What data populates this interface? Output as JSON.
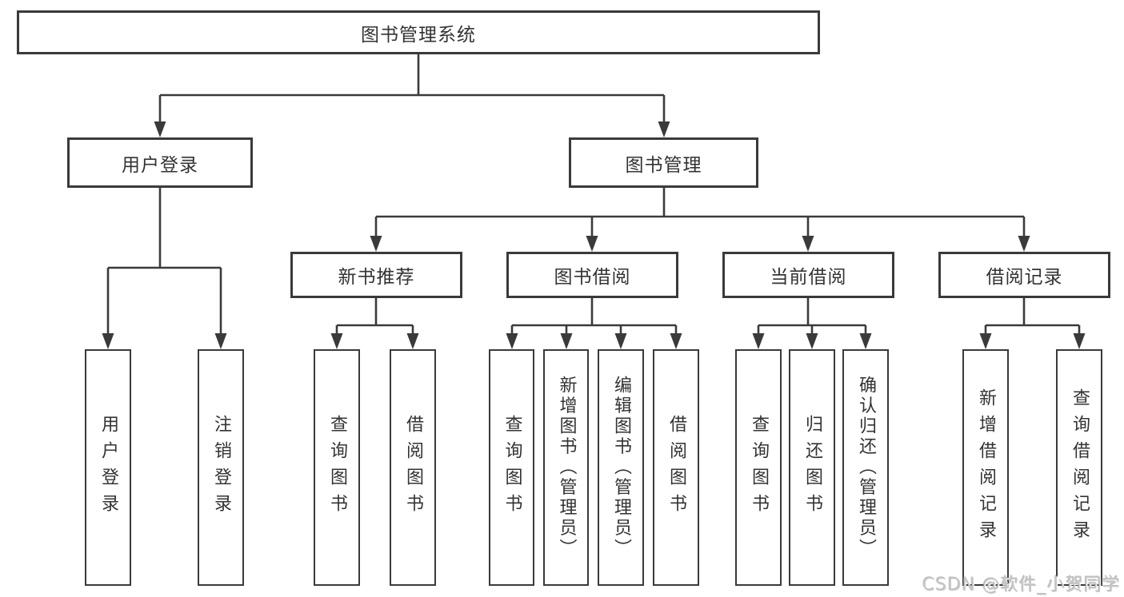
{
  "diagram": {
    "root": {
      "label": "图书管理系统"
    },
    "branches": [
      {
        "label": "用户登录",
        "children": [
          {
            "label": "用户登录"
          },
          {
            "label": "注销登录"
          }
        ]
      },
      {
        "label": "图书管理",
        "children": [
          {
            "label": "新书推荐",
            "children": [
              {
                "label": "查询图书"
              },
              {
                "label": "借阅图书"
              }
            ]
          },
          {
            "label": "图书借阅",
            "children": [
              {
                "label": "查询图书"
              },
              {
                "label": "新增图书（管理员）"
              },
              {
                "label": "编辑图书（管理员）"
              },
              {
                "label": "借阅图书"
              }
            ]
          },
          {
            "label": "当前借阅",
            "children": [
              {
                "label": "查询图书"
              },
              {
                "label": "归还图书"
              },
              {
                "label": "确认归还（管理员）"
              }
            ]
          },
          {
            "label": "借阅记录",
            "children": [
              {
                "label": "新增借阅记录"
              },
              {
                "label": "查询借阅记录"
              }
            ]
          }
        ]
      }
    ]
  },
  "watermark": {
    "text": "CSDN @软件_小贺同学"
  },
  "colors": {
    "line": "#3a3a3a",
    "box_border": "#3a3a3a",
    "text": "#333333",
    "background": "#ffffff",
    "watermark_text": "#c7c7c7"
  }
}
